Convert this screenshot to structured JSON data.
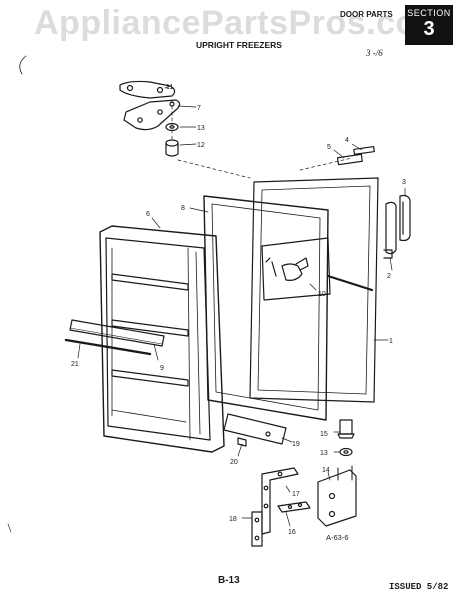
{
  "watermark": "AppliancePartsPros.com",
  "header": {
    "category": "DOOR PARTS",
    "section_label": "SECTION",
    "section_number": "3",
    "title": "UPRIGHT FREEZERS",
    "handwritten_note": "3 -/6"
  },
  "part_callouts": [
    "1",
    "2",
    "3",
    "4",
    "5",
    "6",
    "7",
    "8",
    "9",
    "10",
    "11",
    "12",
    "13",
    "13",
    "14",
    "15",
    "16",
    "17",
    "18",
    "19",
    "20",
    "21"
  ],
  "figure_code": "A-63-6",
  "footer": {
    "page": "B-13",
    "issued": "ISSUED 5/82"
  },
  "colors": {
    "line": "#1a1a1a",
    "section_bg": "#111111",
    "watermark": "#dcdcdc"
  }
}
